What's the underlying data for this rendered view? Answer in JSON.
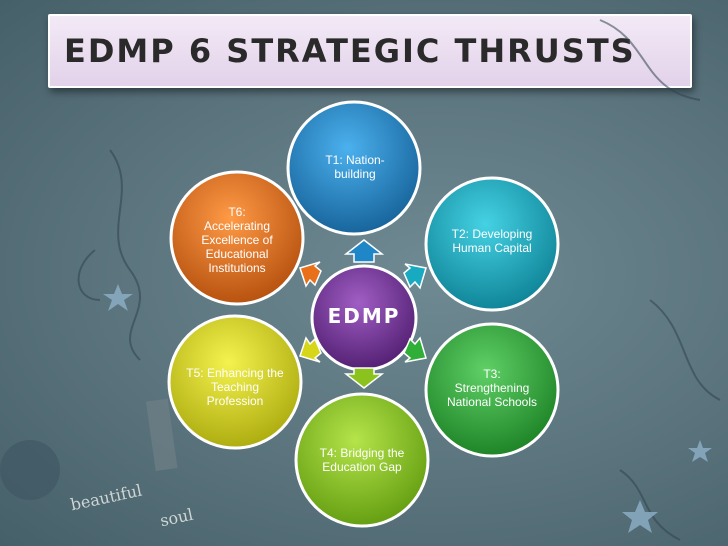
{
  "slide": {
    "title": "EDMP 6 Strategic Thrusts"
  },
  "diagram": {
    "center": {
      "label": "EDMP",
      "color": "#6b2f8e"
    },
    "nodes": [
      {
        "id": "t1",
        "label": "T1: Nation-building",
        "color": "#1f86c8"
      },
      {
        "id": "t2",
        "label": "T2: Developing Human Capital",
        "color": "#17aac0"
      },
      {
        "id": "t3",
        "label": "T3: Strengthening National Schools",
        "color": "#2fae38"
      },
      {
        "id": "t4",
        "label": "T4: Bridging the Education Gap",
        "color": "#8cc21e"
      },
      {
        "id": "t5",
        "label": "T5: Enhancing the Teaching Profession",
        "color": "#d8d618"
      },
      {
        "id": "t6",
        "label": "T6: Accelerating Excellence of Educational Institutions",
        "color": "#e8701a"
      }
    ]
  },
  "decoration": {
    "words": [
      "beautiful",
      "soul"
    ]
  }
}
